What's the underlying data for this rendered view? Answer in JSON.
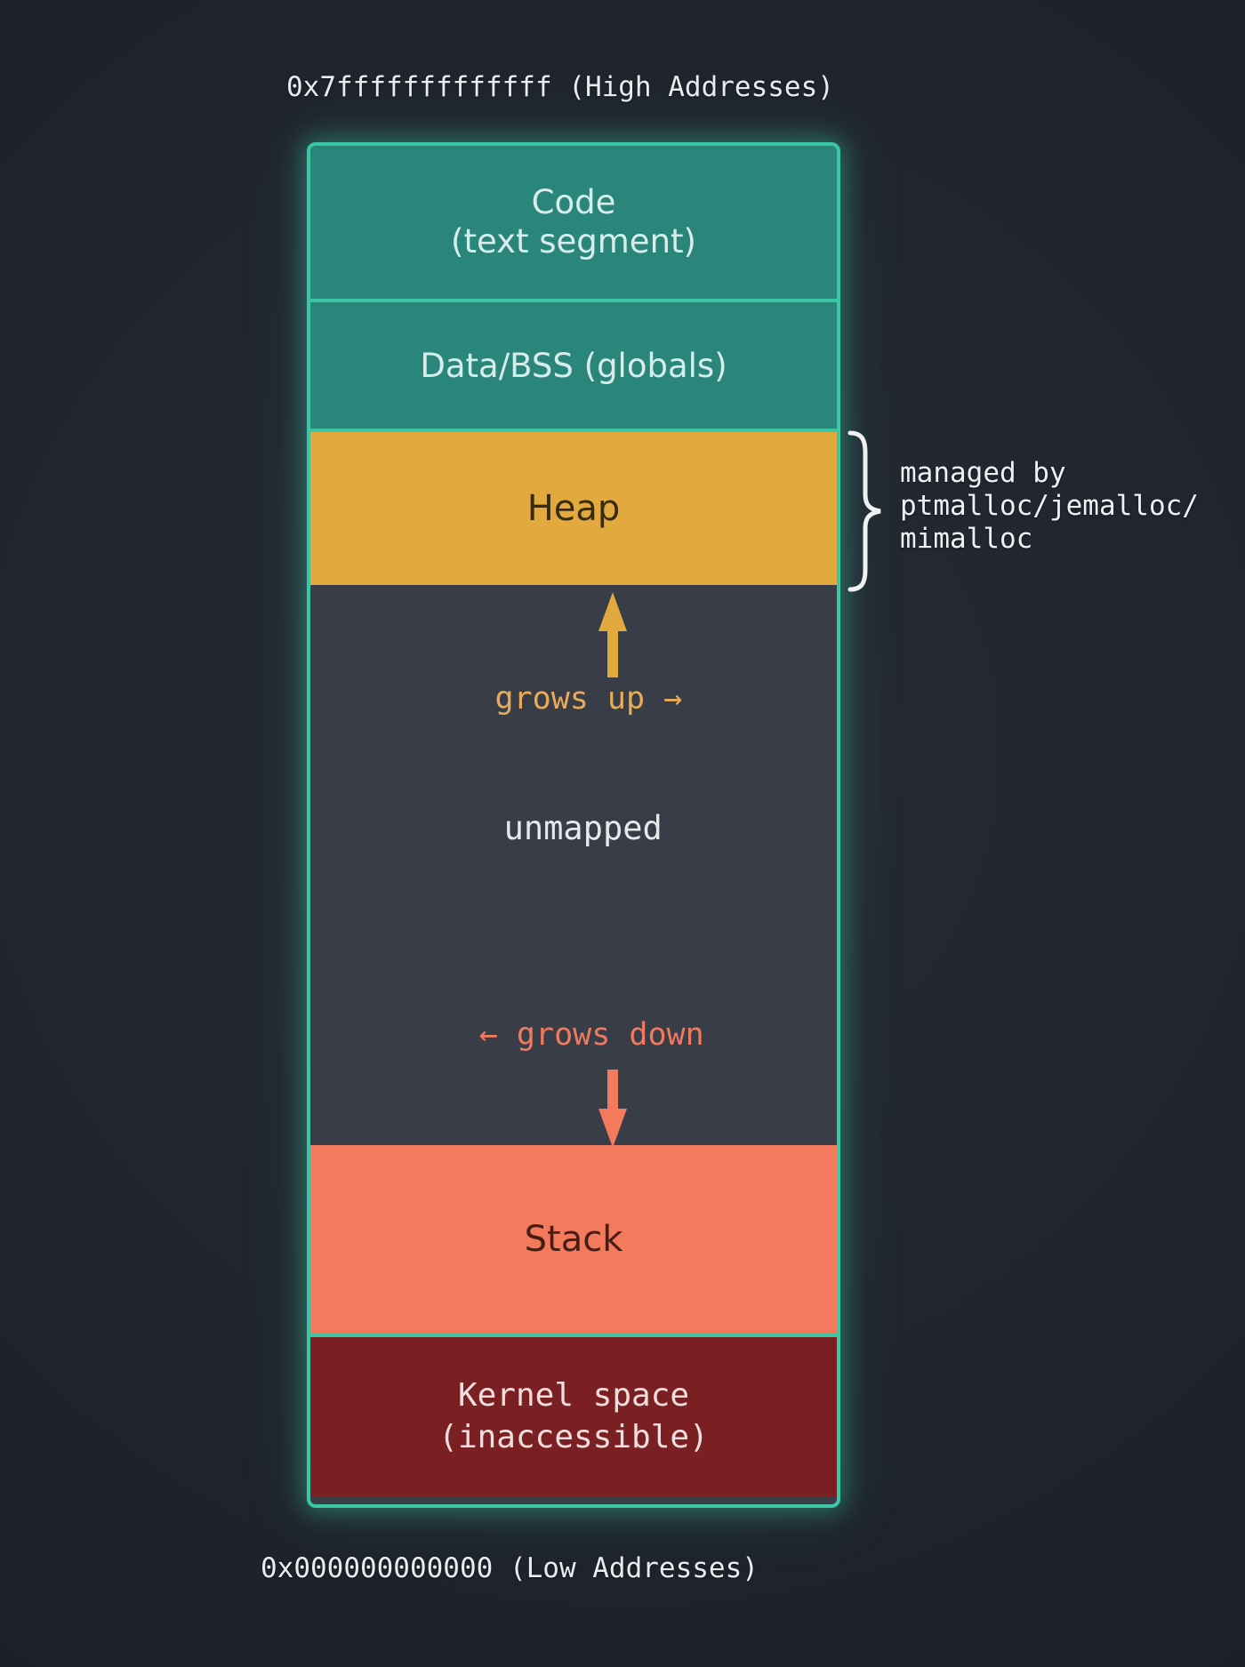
{
  "labels": {
    "high_address": "0x7fffffffffffff (High Addresses)",
    "low_address": "0x000000000000 (Low Addresses)"
  },
  "segments": {
    "code": {
      "line1": "Code",
      "line2": "(text segment)"
    },
    "data": {
      "label": "Data/BSS (globals)"
    },
    "heap": {
      "label": "Heap"
    },
    "unmapped": {
      "label": "unmapped",
      "grows_up": "grows up →",
      "grows_down": "← grows down"
    },
    "stack": {
      "label": "Stack"
    },
    "kernel": {
      "line1": "Kernel space",
      "line2": "(inaccessible)"
    }
  },
  "annotation": {
    "line1": "managed by",
    "line2": "ptmalloc/jemalloc/",
    "line3": "mimalloc"
  },
  "colors": {
    "background": "#1f232c",
    "border_glow_teal": "#3bc7a5",
    "segment_teal": "#2a867b",
    "segment_amber": "#e2a93f",
    "segment_dark": "#383d48",
    "segment_salmon": "#f37a5d",
    "segment_maroon": "#7b2022",
    "text_light": "#e9ecee",
    "text_on_teal": "#d8edea",
    "text_on_amber": "#3a2a10",
    "text_on_salmon": "#451f15",
    "text_on_maroon": "#f1dddd",
    "grows_up_text": "#e8ab57",
    "grows_down_text": "#ef7a5f"
  }
}
